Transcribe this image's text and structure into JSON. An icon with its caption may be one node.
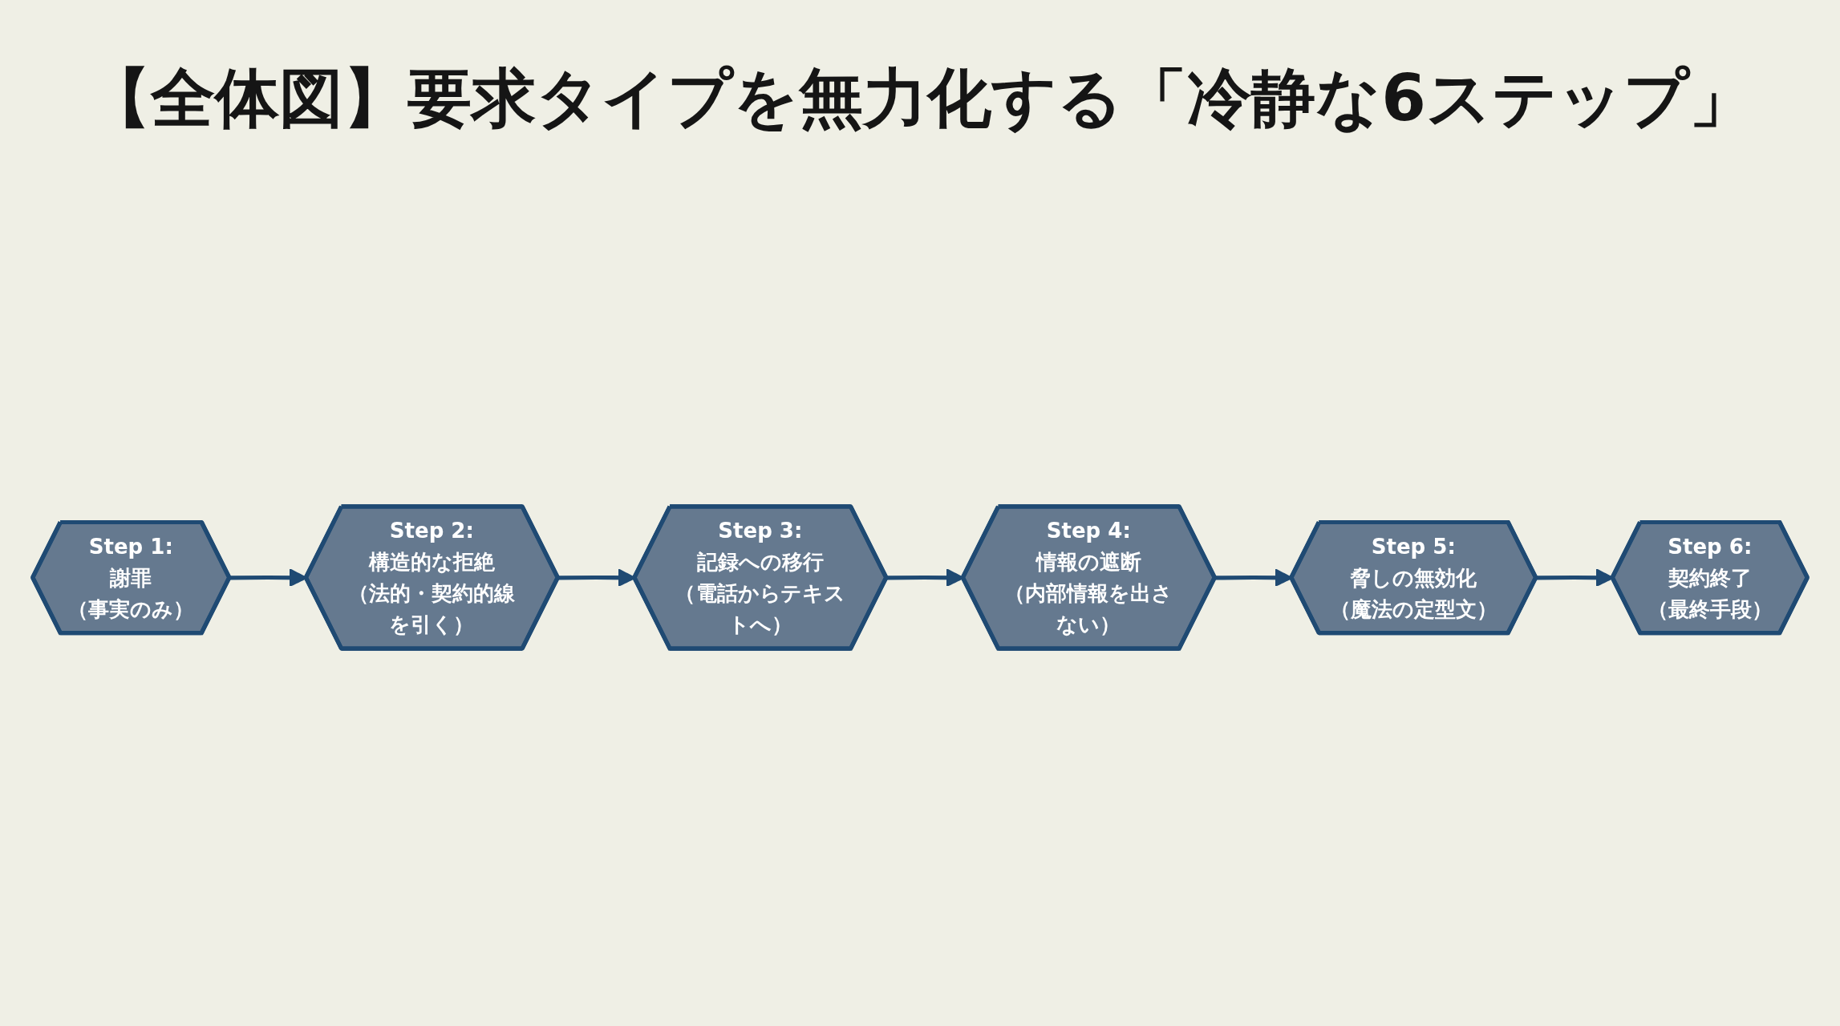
{
  "diagram": {
    "title": "【全体図】要求タイプを無力化する「冷静な6ステップ」",
    "nodes": [
      {
        "text": [
          "Step 1:",
          "謝罪",
          "（事実のみ）"
        ]
      },
      {
        "text": [
          "Step 2:",
          "構造的な拒絶",
          "（法的・契約的線を引く）"
        ]
      },
      {
        "text": [
          "Step 3:",
          "記録への移行",
          "（電話からテキストへ）"
        ]
      },
      {
        "text": [
          "Step 4:",
          "情報の遮断",
          "（内部情報を出さない）"
        ]
      },
      {
        "text": [
          "Step 5:",
          "脅しの無効化",
          "（魔法の定型文）"
        ]
      },
      {
        "text": [
          "Step 6:",
          "契約終了",
          "（最終手段）"
        ]
      }
    ],
    "edges": [
      {
        "from": 0,
        "to": 1,
        "arrow": "to"
      },
      {
        "from": 1,
        "to": 2,
        "arrow": "to"
      },
      {
        "from": 2,
        "to": 3,
        "arrow": "to"
      },
      {
        "from": 3,
        "to": 4,
        "arrow": "to"
      },
      {
        "from": 4,
        "to": 5,
        "arrow": "to"
      }
    ]
  }
}
